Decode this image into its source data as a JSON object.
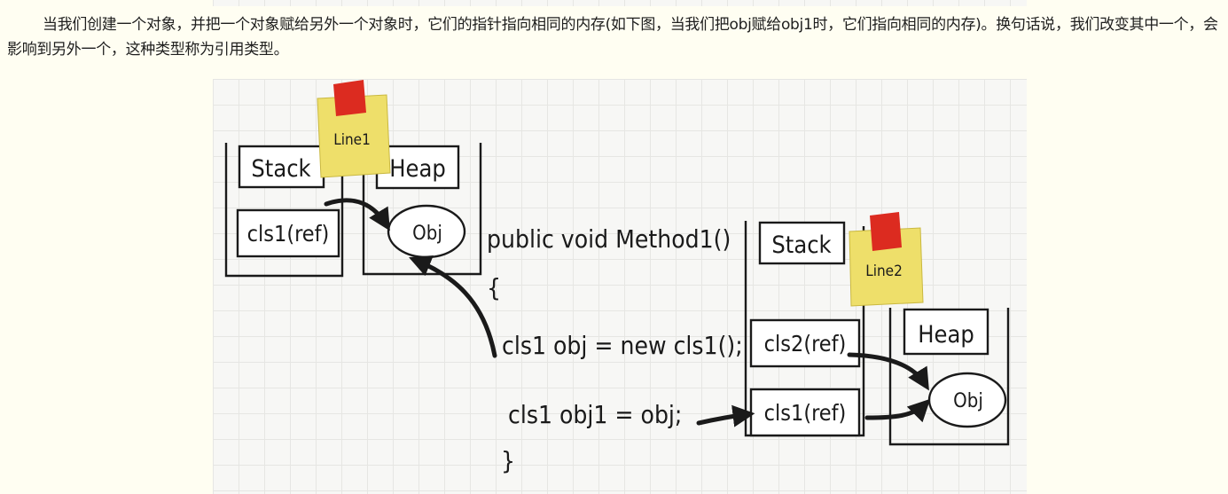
{
  "paragraph": "当我们创建一个对象，并把一个对象赋给另外一个对象时，它们的指针指向相同的内存(如下图，当我们把obj赋给obj1时，它们指向相同的内存)。换句话说，我们改变其中一个，会影响到另外一个，这种类型称为引用类型。",
  "diagram": {
    "note1": "Line1",
    "note2": "Line2",
    "stack1_title": "Stack",
    "heap1_title": "Heap",
    "stack1_cell": "cls1(ref)",
    "heap1_obj": "Obj",
    "code": {
      "line1": "public void Method1()",
      "line2": "{",
      "line3": "cls1 obj = new cls1();",
      "line4": "cls1 obj1 = obj;",
      "line5": "}"
    },
    "stack2_title": "Stack",
    "heap2_title": "Heap",
    "stack2_cell1": "cls2(ref)",
    "stack2_cell2": "cls1(ref)",
    "heap2_obj": "Obj",
    "colors": {
      "note_yellow": "#eedf6a",
      "note_red": "#dc2b20",
      "ink": "#1a1a1a"
    }
  }
}
